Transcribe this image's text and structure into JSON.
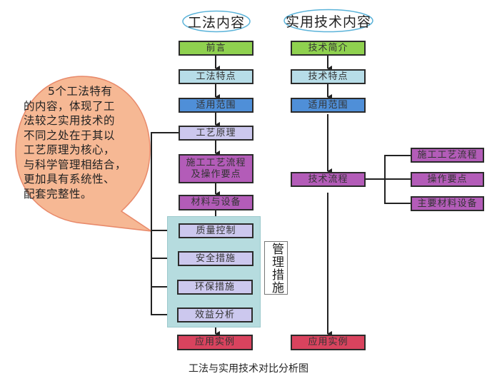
{
  "left_column": {
    "header": "工法内容",
    "steps": [
      {
        "label": "前言",
        "color": "#8fd14f"
      },
      {
        "label": "工法特点",
        "color": "#b7dde8"
      },
      {
        "label": "适用范围",
        "color": "#4f8fd8"
      },
      {
        "label": "工艺原理",
        "color": "#ccc8ee"
      },
      {
        "label": "施工工艺流程及操作要点",
        "line1": "施工工艺流程",
        "line2": "及操作要点",
        "color": "#b35cb8"
      },
      {
        "label": "材料与设备",
        "color": "#b35cb8"
      },
      {
        "label": "质量控制",
        "color": "#ccc8ee"
      },
      {
        "label": "安全措施",
        "color": "#ccc8ee"
      },
      {
        "label": "环保措施",
        "color": "#ccc8ee"
      },
      {
        "label": "效益分析",
        "color": "#ccc8ee"
      },
      {
        "label": "应用实例",
        "color": "#d9435e"
      }
    ],
    "management_group_label": "管理措施"
  },
  "right_column": {
    "header": "实用技术内容",
    "steps": [
      {
        "label": "技术简介",
        "color": "#8fd14f"
      },
      {
        "label": "技术特点",
        "color": "#b7dde8"
      },
      {
        "label": "适用范围",
        "color": "#4f8fd8"
      },
      {
        "label": "技术流程",
        "color": "#b35cb8"
      },
      {
        "label": "应用实例",
        "color": "#d9435e"
      }
    ],
    "branches": [
      {
        "label": "施工工艺流程"
      },
      {
        "label": "操作要点"
      },
      {
        "label": "主要材料设备"
      }
    ]
  },
  "callout": {
    "lines": [
      "5个工法特有",
      "的内容，体现了工",
      "法较之实用技术的",
      "不同之处在于其以",
      "工艺原理为核心，",
      "与科学管理相结合，",
      "更加具有系统性、",
      "配套完整性。"
    ],
    "fill": "#f6b894",
    "stroke": "#e8896a"
  },
  "caption": "工法与实用技术对比分析图"
}
